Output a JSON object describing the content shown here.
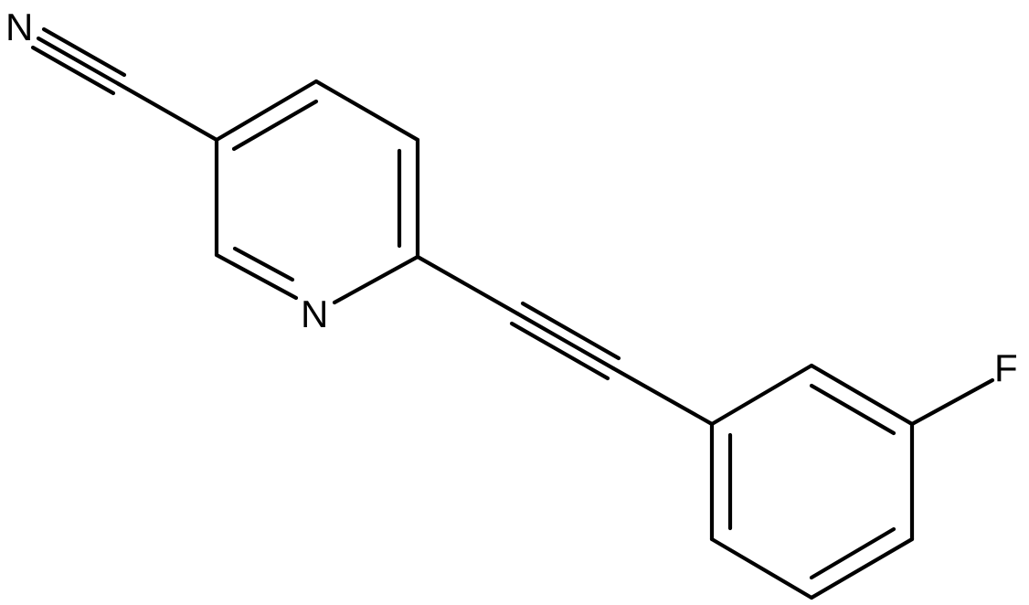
{
  "molecule": {
    "atom_labels": {
      "nitrile_n": "N",
      "pyridine_n": "N",
      "fluorine": "F"
    }
  },
  "colors": {
    "bond": "#000000",
    "label": "#000000",
    "background": "#ffffff"
  }
}
